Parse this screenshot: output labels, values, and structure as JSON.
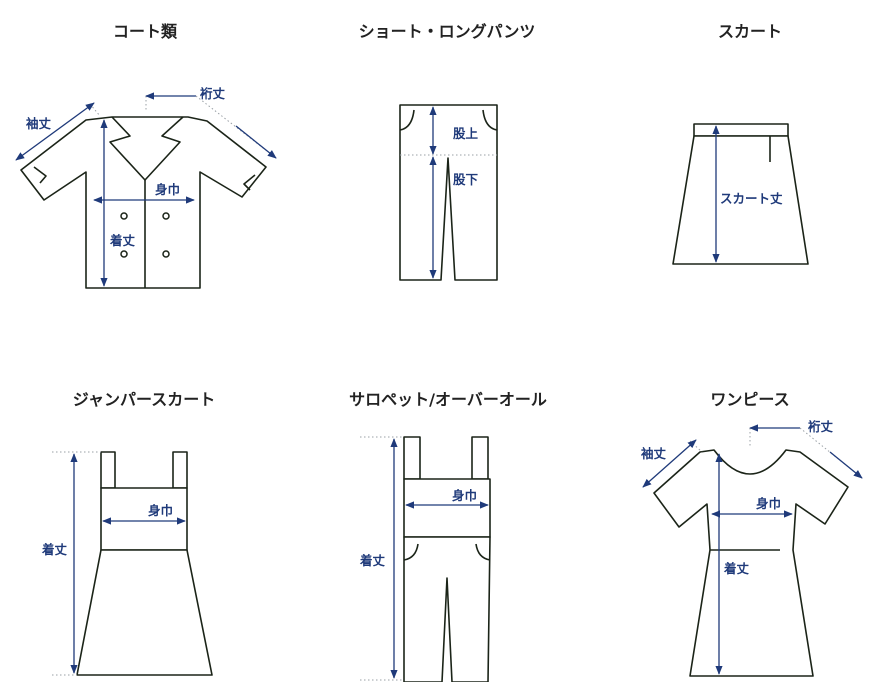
{
  "panels": [
    {
      "title": "コート類",
      "labels": {
        "sleeve": "袖丈",
        "yuki": "裄丈",
        "width": "身巾",
        "length": "着丈"
      }
    },
    {
      "title": "ショート・ロングパンツ",
      "labels": {
        "rise": "股上",
        "inseam": "股下"
      }
    },
    {
      "title": "スカート",
      "labels": {
        "length": "スカート丈"
      }
    },
    {
      "title": "ジャンパースカート",
      "labels": {
        "width": "身巾",
        "length": "着丈"
      }
    },
    {
      "title": "サロペット/オーバーオール",
      "labels": {
        "width": "身巾",
        "length": "着丈"
      }
    },
    {
      "title": "ワンピース",
      "labels": {
        "sleeve": "袖丈",
        "yuki": "裄丈",
        "width": "身巾",
        "length": "着丈"
      }
    }
  ],
  "colors": {
    "measure": "#1f3a7a",
    "outline": "#1b2418",
    "title": "#222222"
  }
}
